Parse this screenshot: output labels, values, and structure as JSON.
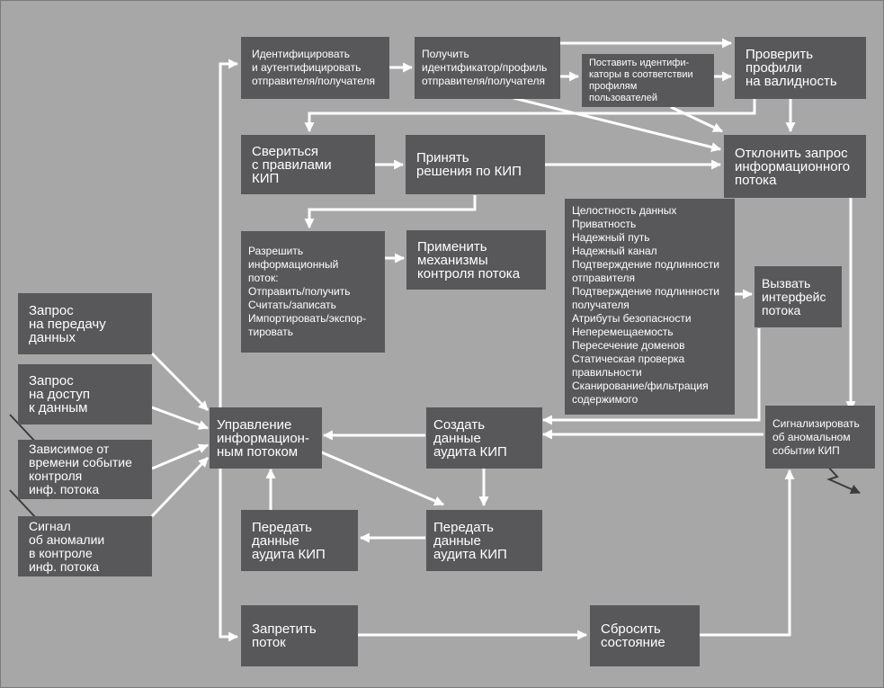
{
  "boxes": {
    "identify": [
      "Идентифицировать",
      "и аутентифицировать",
      "отправителя/получателя"
    ],
    "get_id": [
      "Получить",
      "идентификатор/профиль",
      "отправителя/получателя"
    ],
    "map_ids": [
      "Поставить идентифи-",
      "каторы в соответствии",
      "профилям",
      "пользователей"
    ],
    "check_profiles": [
      "Проверить",
      "профили",
      "на валидность"
    ],
    "check_rules": [
      "Свериться",
      "с правилами",
      "КИП"
    ],
    "make_decision": [
      "Принять",
      "решения по КИП"
    ],
    "reject": [
      "Отклонить запрос",
      "информационного",
      "потока"
    ],
    "allow": [
      "Разрешить",
      "информационный",
      "поток:",
      "Отправить/получить",
      "Считать/записать",
      "Импортировать/экспор-",
      "тировать"
    ],
    "apply": [
      "Применить",
      "механизмы",
      "контроля потока"
    ],
    "mechanisms": [
      "Целостность данных",
      "Приватность",
      "Надежный путь",
      "Надежный канал",
      "Подтверждение подлинности",
      "отправителя",
      "Подтверждение подлинности",
      "получателя",
      "Атрибуты безопасности",
      "Неперемещаемость",
      "Пересечение доменов",
      "Статическая проверка",
      "правильности",
      "Сканирование/фильтрация",
      "содержимого"
    ],
    "call_interface": [
      "Вызвать",
      "интерфейс",
      "потока"
    ],
    "req_transfer": [
      "Запрос",
      "на передачу",
      "данных"
    ],
    "req_access": [
      "Запрос",
      "на доступ",
      "к данным"
    ],
    "time_event": [
      "Зависимое от",
      "времени событие",
      "контроля",
      "инф. потока"
    ],
    "anomaly_signal": [
      "Сигнал",
      "об аномалии",
      "в контроле",
      "инф. потока"
    ],
    "flow_control": [
      "Управление",
      "информацион-",
      "ным потоком"
    ],
    "create_audit": [
      "Создать",
      "данные",
      "аудита КИП"
    ],
    "signal_anomaly": [
      "Сигнализировать",
      "об аномальном",
      "событии КИП"
    ],
    "transfer_audit_left": [
      "Передать",
      "данные",
      "аудита КИП"
    ],
    "transfer_audit_right": [
      "Передать",
      "данные",
      "аудита КИП"
    ],
    "deny": [
      "Запретить",
      "поток"
    ],
    "reset": [
      "Сбросить",
      "состояние"
    ]
  }
}
